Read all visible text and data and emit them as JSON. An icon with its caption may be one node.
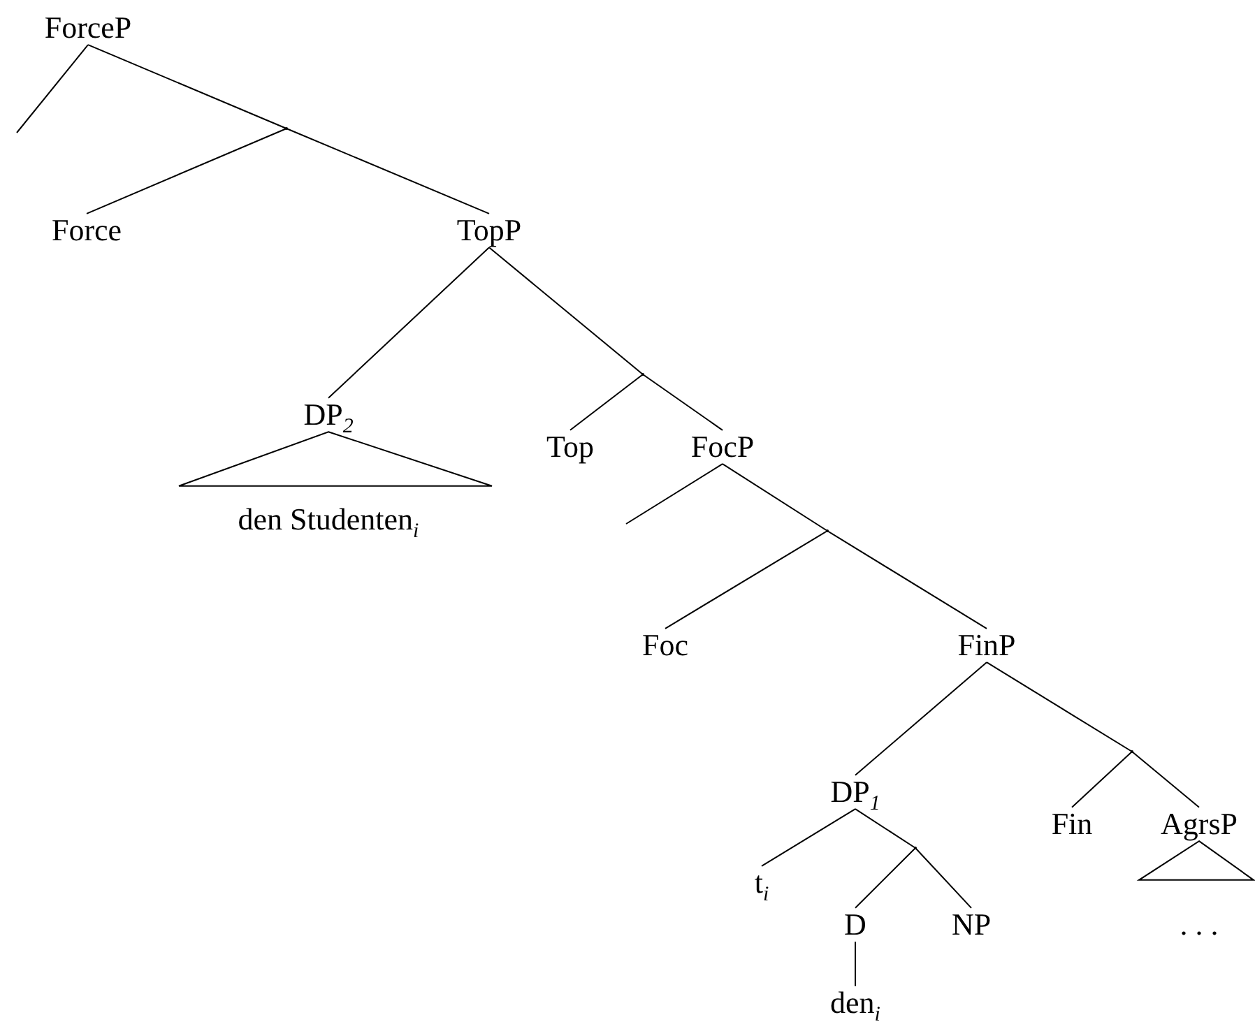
{
  "diagram": {
    "nodes": [
      {
        "text": [
          "ForceP"
        ]
      },
      {
        "text": [],
        "shape": "point"
      },
      {
        "text": [
          "Force"
        ]
      },
      {
        "text": [
          "TopP"
        ]
      },
      {
        "text": [],
        "shape": "point"
      },
      {
        "text": [
          "DP$_{2}$"
        ]
      },
      {
        "text": [
          "Top"
        ]
      },
      {
        "text": [
          "FocP"
        ]
      },
      {
        "text": [
          "den Studenten$_{i}$"
        ]
      },
      {
        "text": [],
        "shape": "point"
      },
      {
        "text": [
          "Foc"
        ]
      },
      {
        "text": [
          "FinP"
        ]
      },
      {
        "text": [],
        "shape": "point"
      },
      {
        "text": [
          "DP$_{1}$"
        ]
      },
      {
        "text": [
          "Fin"
        ]
      },
      {
        "text": [
          "AgrsP"
        ]
      },
      {
        "text": [],
        "shape": "point"
      },
      {
        "text": [
          "t$_{i}$"
        ]
      },
      {
        "text": [
          "D"
        ]
      },
      {
        "text": [
          "NP"
        ]
      },
      {
        "text": [
          ". . ."
        ]
      },
      {
        "text": [
          "den$_{i}$"
        ]
      }
    ],
    "edges": [
      {
        "from": 0,
        "to": null,
        "arrow": "none"
      },
      {
        "from": 0,
        "to": 1,
        "arrow": "none"
      },
      {
        "from": 1,
        "to": 2,
        "arrow": "none"
      },
      {
        "from": 1,
        "to": 3,
        "arrow": "none"
      },
      {
        "from": 3,
        "to": 5,
        "arrow": "none"
      },
      {
        "from": 3,
        "to": 4,
        "arrow": "none"
      },
      {
        "from": 4,
        "to": 6,
        "arrow": "none"
      },
      {
        "from": 4,
        "to": 7,
        "arrow": "none"
      },
      {
        "from": 5,
        "to": 8,
        "arrow": "none"
      },
      {
        "from": 7,
        "to": null,
        "arrow": "none"
      },
      {
        "from": 7,
        "to": 9,
        "arrow": "none"
      },
      {
        "from": 9,
        "to": 10,
        "arrow": "none"
      },
      {
        "from": 9,
        "to": 11,
        "arrow": "none"
      },
      {
        "from": 11,
        "to": 13,
        "arrow": "none"
      },
      {
        "from": 11,
        "to": 12,
        "arrow": "none"
      },
      {
        "from": 12,
        "to": 14,
        "arrow": "none"
      },
      {
        "from": 12,
        "to": 15,
        "arrow": "none"
      },
      {
        "from": 13,
        "to": 17,
        "arrow": "none"
      },
      {
        "from": 13,
        "to": 16,
        "arrow": "none"
      },
      {
        "from": 16,
        "to": 18,
        "arrow": "none"
      },
      {
        "from": 16,
        "to": 19,
        "arrow": "none"
      },
      {
        "from": 15,
        "to": 20,
        "arrow": "none"
      },
      {
        "from": 18,
        "to": 21,
        "arrow": "none"
      }
    ]
  }
}
